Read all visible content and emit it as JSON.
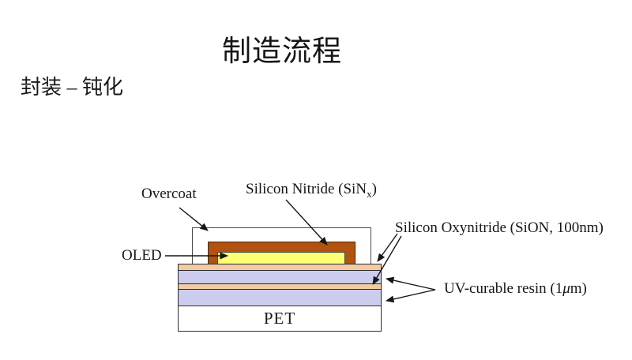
{
  "slide": {
    "title": "制造流程",
    "subtitle": "封装 – 钝化"
  },
  "diagram": {
    "callouts": {
      "overcoat": "Overcoat",
      "silicon_nitride_prefix": "Silicon Nitride (SiN",
      "silicon_nitride_sub": "x",
      "silicon_nitride_suffix": ")",
      "oled": "OLED",
      "silicon_oxynitride": "Silicon Oxynitride (SiON, 100nm)",
      "uv_resin_prefix": "UV-curable resin (1",
      "uv_resin_mu": "μ",
      "uv_resin_suffix": "m)",
      "pet": "PET"
    },
    "layers": [
      {
        "name": "overcoat",
        "label": "Overcoat",
        "color": "#ffffff"
      },
      {
        "name": "silicon-nitride",
        "label": "Silicon Nitride (SiNx)",
        "color": "#b25211"
      },
      {
        "name": "oled",
        "label": "OLED",
        "color": "#ffff73"
      },
      {
        "name": "silicon-oxynitride",
        "label": "Silicon Oxynitride (SiON, 100nm)",
        "color": "#f2cba3"
      },
      {
        "name": "uv-curable-resin",
        "label": "UV-curable resin (1μm)",
        "color": "#ccccee"
      },
      {
        "name": "pet",
        "label": "PET",
        "color": "#ffffff"
      }
    ],
    "colors": {
      "background": "#ffffff",
      "outline": "#2b2b2b",
      "text": "#161616"
    }
  }
}
